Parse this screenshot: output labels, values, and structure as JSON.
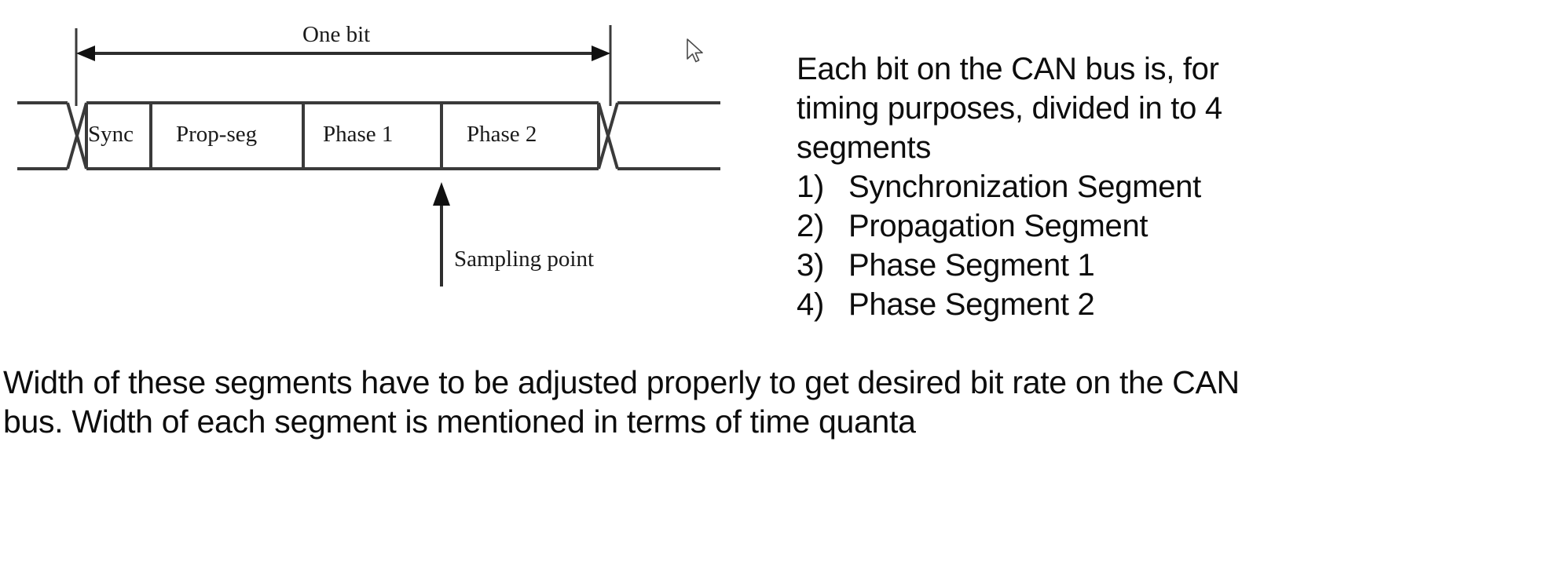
{
  "diagram": {
    "title_label": "One bit",
    "sampling_label": "Sampling point",
    "segments": [
      {
        "label": "Sync"
      },
      {
        "label": "Prop-seg"
      },
      {
        "label": "Phase 1"
      },
      {
        "label": "Phase 2"
      }
    ],
    "line_color": "#3a3a3a"
  },
  "right_text": {
    "paragraph_lines": [
      "Each bit on the CAN bus is, for",
      "timing purposes, divided in to 4",
      "segments"
    ],
    "list": [
      {
        "number": "1)",
        "label": "Synchronization Segment"
      },
      {
        "number": "2)",
        "label": "Propagation Segment"
      },
      {
        "number": "3)",
        "label": "Phase Segment 1"
      },
      {
        "number": "4)",
        "label": "Phase Segment 2"
      }
    ]
  },
  "bottom_text": {
    "line1": "Width of these segments have to be adjusted properly to get desired bit rate on the CAN",
    "line2": "bus. Width of each segment is mentioned in terms of time quanta"
  },
  "cursor": {
    "name": "mouse-pointer"
  },
  "colors": {
    "text": "#0d0d0d",
    "diagram_stroke": "#3a3a3a",
    "background": "#ffffff"
  }
}
